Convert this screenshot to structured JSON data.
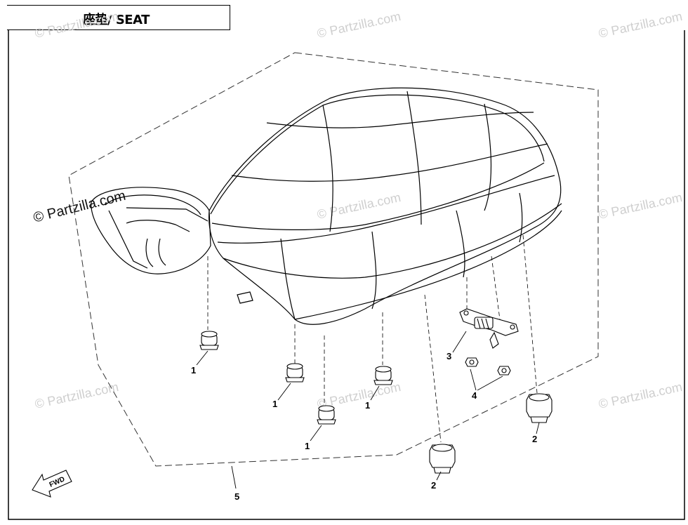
{
  "header": {
    "title": "座垫/ SEAT"
  },
  "watermarks": {
    "text": "© Partzilla.com",
    "dark_text": "© Partzilla.com"
  },
  "callouts": {
    "rubber_damper": "1",
    "bushing": "2",
    "latch": "3",
    "nut": "4",
    "seat_assembly": "5"
  },
  "fwd_arrow": {
    "label": "FWD"
  },
  "colors": {
    "line": "#000000",
    "watermark": "#cfcfcf",
    "background": "#ffffff"
  }
}
